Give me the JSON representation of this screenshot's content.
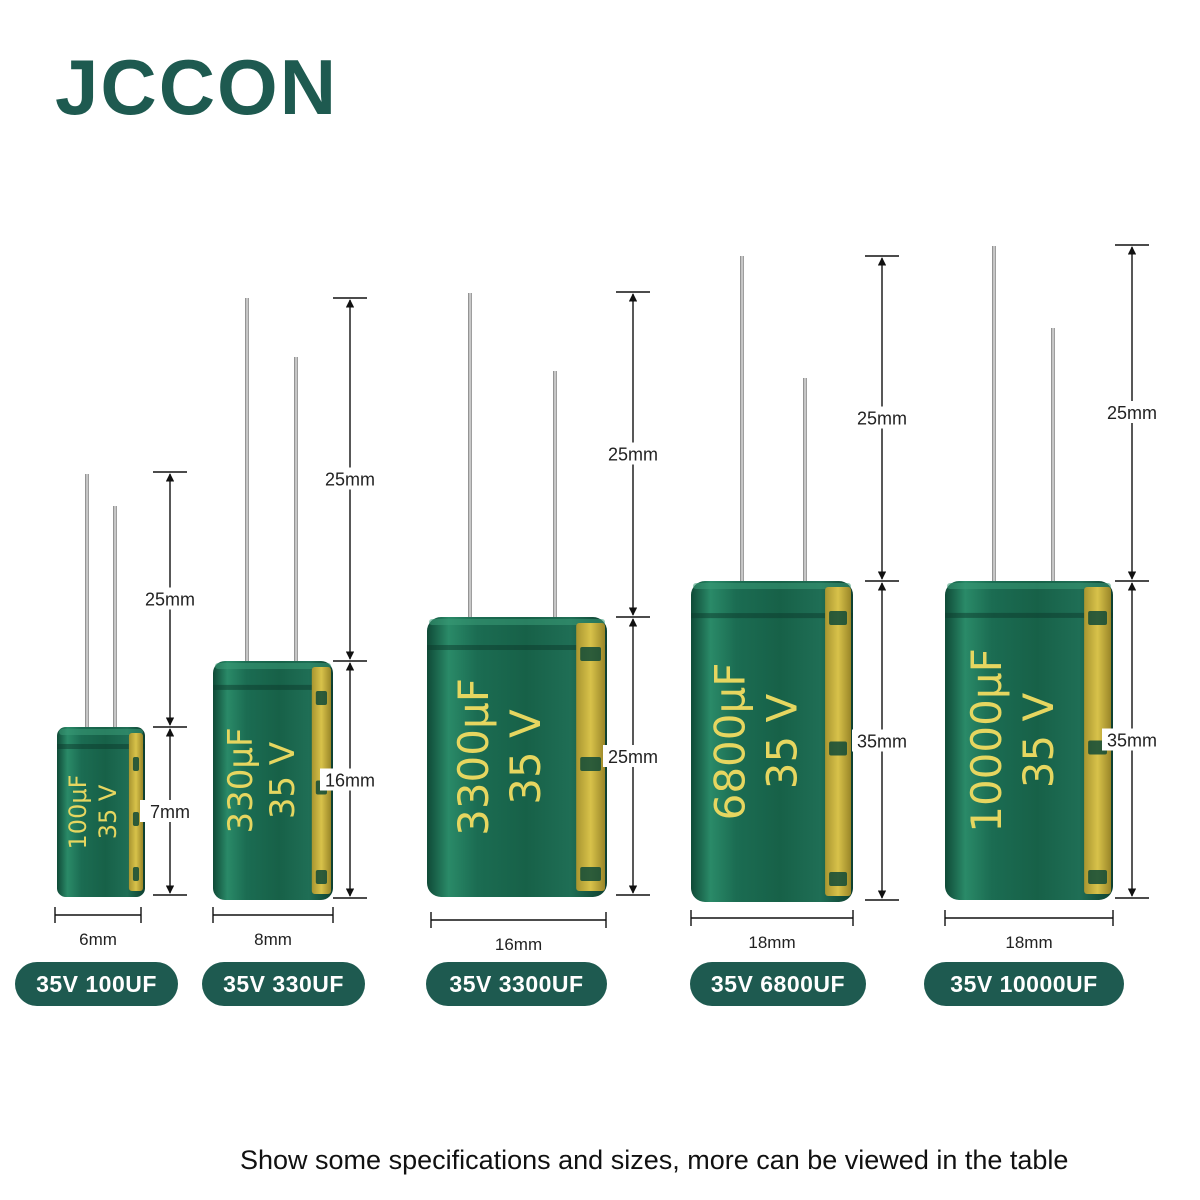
{
  "brand": {
    "name": "JCCON"
  },
  "colors": {
    "brand": "#1e5a50",
    "capacitor_body": "#1f6e55",
    "capacitor_stripe": "#c9b23a",
    "marking_text": "#e6d660",
    "dimension_line": "#111111"
  },
  "capacitors": [
    {
      "label": "35V 100UF",
      "marking": [
        "100μF",
        "35 V"
      ],
      "diameter": "6mm",
      "body_length": "7mm",
      "lead_length": "25mm"
    },
    {
      "label": "35V 330UF",
      "marking": [
        "330μF",
        "35 V"
      ],
      "diameter": "8mm",
      "body_length": "16mm",
      "lead_length": "25mm"
    },
    {
      "label": "35V 3300UF",
      "marking": [
        "3300μF",
        "35 V"
      ],
      "diameter": "16mm",
      "body_length": "25mm",
      "lead_length": "25mm"
    },
    {
      "label": "35V 6800UF",
      "marking": [
        "6800μF",
        "35 V"
      ],
      "diameter": "18mm",
      "body_length": "35mm",
      "lead_length": "25mm"
    },
    {
      "label": "35V 10000UF",
      "marking": [
        "10000μF",
        "35 V"
      ],
      "diameter": "18mm",
      "body_length": "35mm",
      "lead_length": "25mm"
    }
  ],
  "footer": {
    "note": "Show some specifications and sizes, more can be viewed in the table"
  }
}
